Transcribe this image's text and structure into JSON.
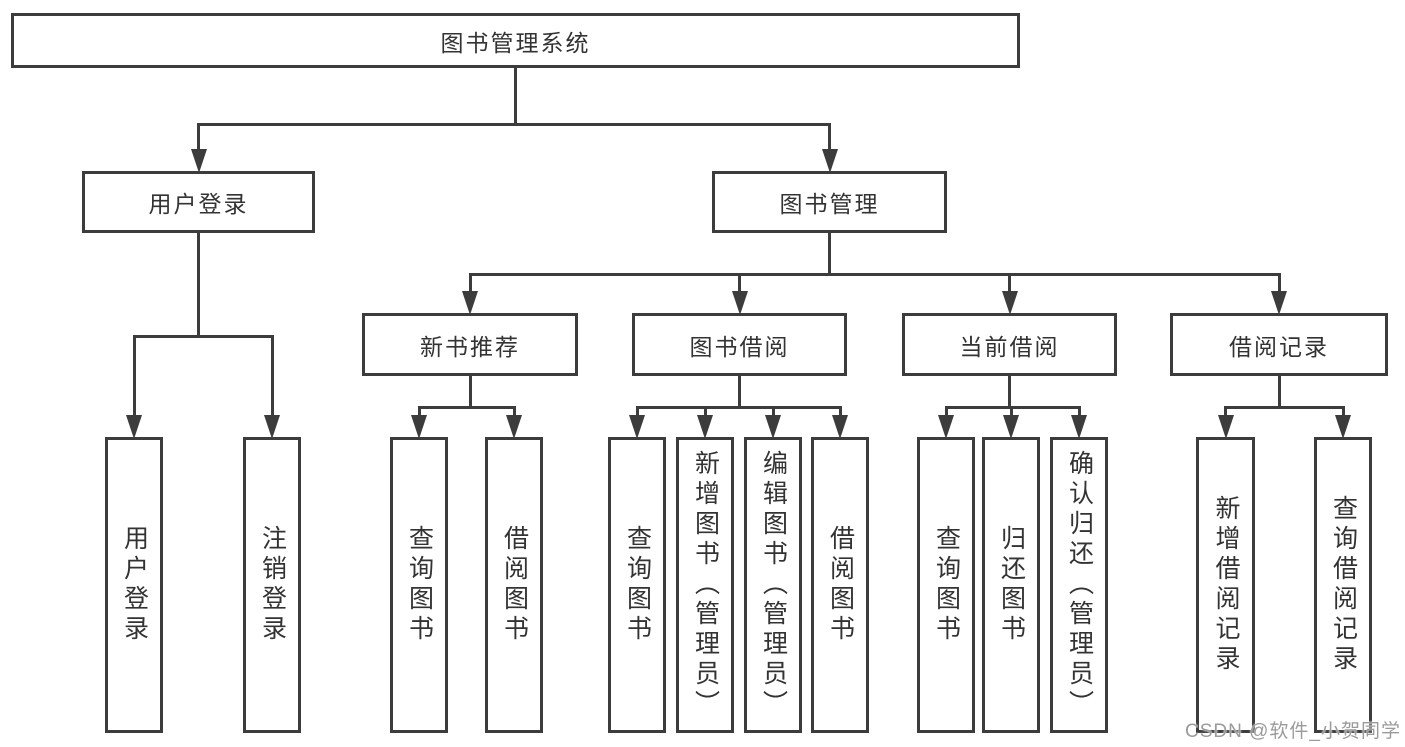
{
  "diagram": {
    "title": "图书管理系统",
    "colors": {
      "line": "#3c3c3c",
      "text": "#333333",
      "background": "#ffffff",
      "watermark": "#9b9b9b"
    },
    "watermark": {
      "text": "CSDN @软件_小贺同学"
    },
    "nodes": [
      {
        "id": "root",
        "label": "图书管理系统",
        "shape": "horizontal"
      },
      {
        "id": "user-login",
        "label": "用户登录",
        "shape": "horizontal"
      },
      {
        "id": "book-mgmt",
        "label": "图书管理",
        "shape": "horizontal"
      },
      {
        "id": "new-book-rec",
        "label": "新书推荐",
        "shape": "horizontal"
      },
      {
        "id": "book-borrow",
        "label": "图书借阅",
        "shape": "horizontal"
      },
      {
        "id": "current-borrow",
        "label": "当前借阅",
        "shape": "horizontal"
      },
      {
        "id": "borrow-records",
        "label": "借阅记录",
        "shape": "horizontal"
      },
      {
        "id": "v-user-login",
        "label": "用户登录",
        "shape": "vertical"
      },
      {
        "id": "v-logout",
        "label": "注销登录",
        "shape": "vertical"
      },
      {
        "id": "v-query-book-a",
        "label": "查询图书",
        "shape": "vertical"
      },
      {
        "id": "v-borrow-book-a",
        "label": "借阅图书",
        "shape": "vertical"
      },
      {
        "id": "v-query-book-b",
        "label": "查询图书",
        "shape": "vertical"
      },
      {
        "id": "v-add-book",
        "label": "新增图书（管理员）",
        "shape": "vertical"
      },
      {
        "id": "v-edit-book",
        "label": "编辑图书（管理员）",
        "shape": "vertical"
      },
      {
        "id": "v-borrow-book-b",
        "label": "借阅图书",
        "shape": "vertical"
      },
      {
        "id": "v-query-book-c",
        "label": "查询图书",
        "shape": "vertical"
      },
      {
        "id": "v-return-book",
        "label": "归还图书",
        "shape": "vertical"
      },
      {
        "id": "v-confirm-return",
        "label": "确认归还（管理员）",
        "shape": "vertical"
      },
      {
        "id": "v-add-record",
        "label": "新增借阅记录",
        "shape": "vertical"
      },
      {
        "id": "v-query-record",
        "label": "查询借阅记录",
        "shape": "vertical"
      }
    ],
    "edges": [
      {
        "from": "root",
        "to": [
          "user-login",
          "book-mgmt"
        ]
      },
      {
        "from": "user-login",
        "to": [
          "v-user-login",
          "v-logout"
        ]
      },
      {
        "from": "book-mgmt",
        "to": [
          "new-book-rec",
          "book-borrow",
          "current-borrow",
          "borrow-records"
        ]
      },
      {
        "from": "new-book-rec",
        "to": [
          "v-query-book-a",
          "v-borrow-book-a"
        ]
      },
      {
        "from": "book-borrow",
        "to": [
          "v-query-book-b",
          "v-add-book",
          "v-edit-book",
          "v-borrow-book-b"
        ]
      },
      {
        "from": "current-borrow",
        "to": [
          "v-query-book-c",
          "v-return-book",
          "v-confirm-return"
        ]
      },
      {
        "from": "borrow-records",
        "to": [
          "v-add-record",
          "v-query-record"
        ]
      }
    ]
  }
}
